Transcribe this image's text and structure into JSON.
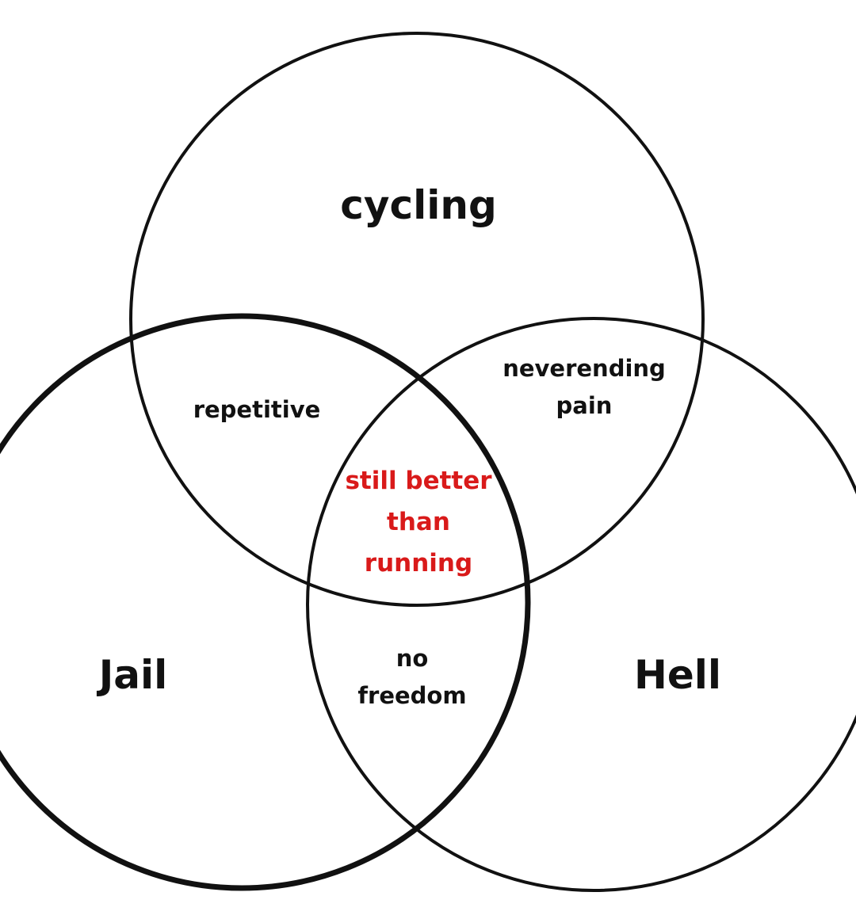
{
  "colors": {
    "background": "#ffffff",
    "stroke": "#111111",
    "text": "#111111",
    "accent": "#d91a1a"
  },
  "sets": {
    "top": "cycling",
    "left": "Jail",
    "right": "Hell"
  },
  "intersections": {
    "top_left": "repetitive",
    "top_right": [
      "neverending",
      "pain"
    ],
    "left_right": [
      "no",
      "freedom"
    ],
    "all": [
      "still better",
      "than",
      "running"
    ]
  }
}
